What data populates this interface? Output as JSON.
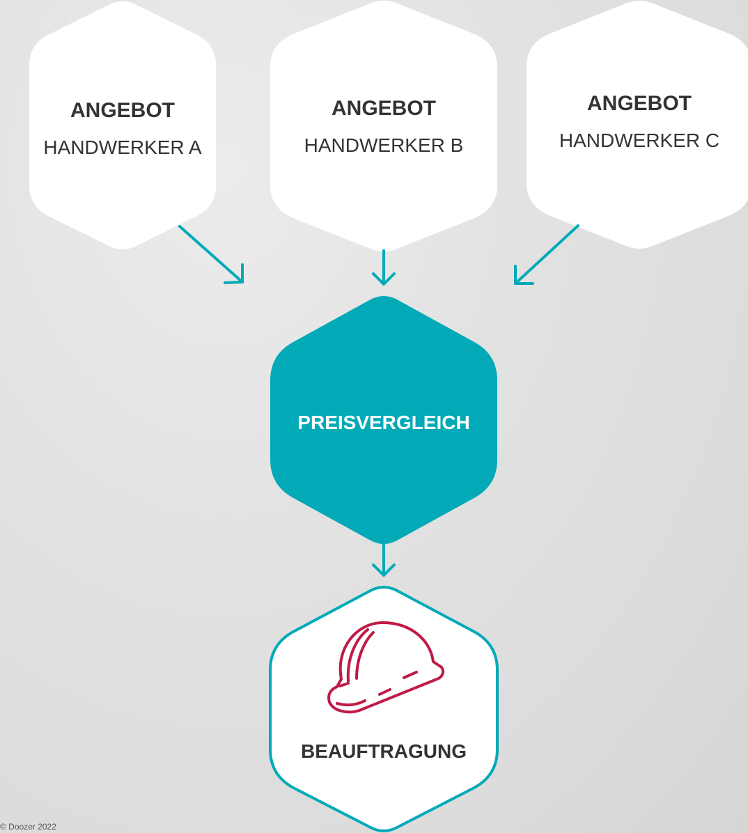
{
  "offers": [
    {
      "title": "ANGEBOT",
      "subtitle": "HANDWERKER A"
    },
    {
      "title": "ANGEBOT",
      "subtitle": "HANDWERKER B"
    },
    {
      "title": "ANGEBOT",
      "subtitle": "HANDWERKER C"
    }
  ],
  "comparison": {
    "label": "PREISVERGLEICH"
  },
  "commission": {
    "label": "BEAUFTRAGUNG",
    "icon": "hard-hat-icon"
  },
  "footer": {
    "copyright": "© Doozer 2022"
  },
  "colors": {
    "teal": "#02aab8",
    "white": "#ffffff",
    "text": "#333333",
    "helmet": "#c01a47"
  }
}
